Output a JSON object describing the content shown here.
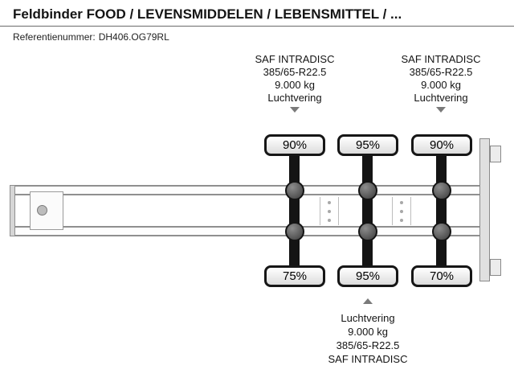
{
  "header": {
    "title": "Feldbinder FOOD / LEVENSMIDDELEN / LEBENSMITTEL / ...",
    "reference_label": "Referentienummer:",
    "reference_value": "DH406.OG79RL"
  },
  "specs": {
    "axle1": {
      "lines": [
        "SAF INTRADISC",
        "385/65-R22.5",
        "9.000 kg",
        "Luchtvering"
      ]
    },
    "axle3": {
      "lines": [
        "SAF INTRADISC",
        "385/65-R22.5",
        "9.000 kg",
        "Luchtvering"
      ]
    },
    "axle2": {
      "lines": [
        "Luchtvering",
        "9.000 kg",
        "385/65-R22.5",
        "SAF INTRADISC"
      ]
    }
  },
  "tires": {
    "top": [
      "90%",
      "95%",
      "90%"
    ],
    "bottom": [
      "75%",
      "95%",
      "70%"
    ]
  }
}
